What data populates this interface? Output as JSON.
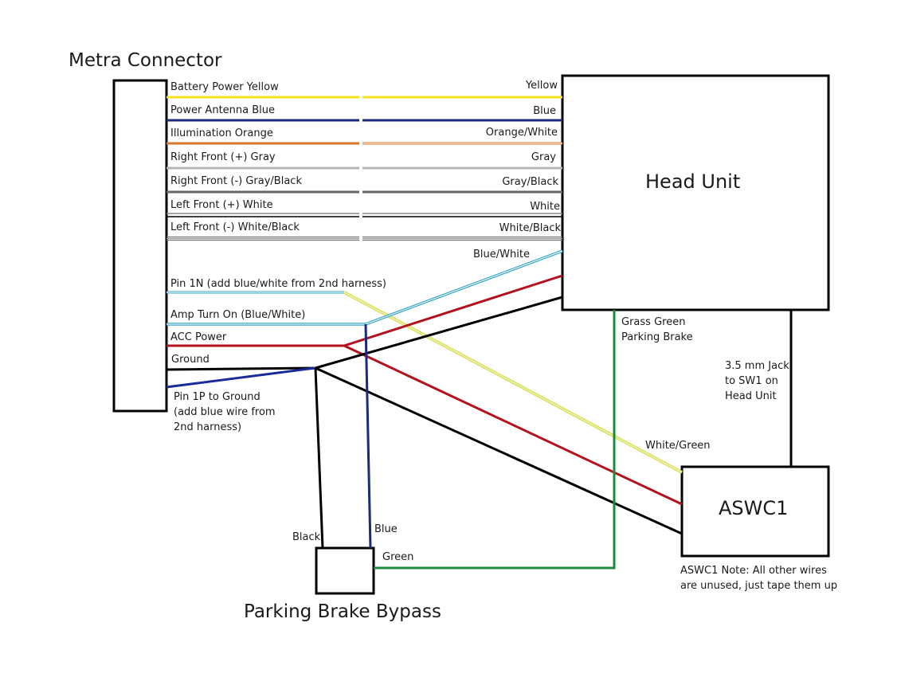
{
  "titles": {
    "metra": "Metra Connector",
    "head_unit": "Head Unit",
    "aswc": "ASWC1",
    "bypass": "Parking Brake Bypass"
  },
  "harness_wires": [
    {
      "left": "Battery Power Yellow",
      "right": "Yellow",
      "color": "#f5e11c",
      "style": "solid"
    },
    {
      "left": "Power Antenna Blue",
      "right": "Blue",
      "color": "#1b2a7a",
      "style": "solid"
    },
    {
      "left": "Illumination Orange",
      "right": "Orange/White",
      "color": "#d9772a",
      "style": "stripe"
    },
    {
      "left": "Right Front (+) Gray",
      "right": "Gray",
      "color": "#b5b5b5",
      "style": "solid"
    },
    {
      "left": "Right Front (-) Gray/Black",
      "right": "Gray/Black",
      "color": "#666666",
      "style": "solid"
    },
    {
      "left": "Left Front (+) White",
      "right": "White",
      "color": "#444444",
      "style": "double"
    },
    {
      "left": "Left Front (-) White/Black",
      "right": "White/Black",
      "color": "#888888",
      "style": "triple"
    }
  ],
  "lower_wires": {
    "pin1n": "Pin 1N (add blue/white from 2nd harness)",
    "amp": "Amp Turn On (Blue/White)",
    "acc": "ACC Power",
    "ground": "Ground",
    "pin1p": [
      "Pin 1P to Ground",
      "(add blue wire from",
      "2nd harness)"
    ]
  },
  "annotations": {
    "blue_white": "Blue/White",
    "grass_green": [
      "Grass Green",
      "Parking Brake"
    ],
    "jack": [
      "3.5 mm Jack",
      "to SW1 on",
      "Head Unit"
    ],
    "white_green": "White/Green",
    "black": "Black",
    "blue": "Blue",
    "green": "Green",
    "aswc_note": [
      "ASWC1 Note: All other wires",
      "are unused, just tape them up"
    ]
  },
  "colors": {
    "yellow": "#f5e11c",
    "blue": "#1b2a7a",
    "orange": "#d9772a",
    "cyan": "#3aa8c8",
    "red": "#b3121c",
    "black": "#000000",
    "green": "#1e8a3c",
    "yellowgreen": "#d9e060"
  }
}
